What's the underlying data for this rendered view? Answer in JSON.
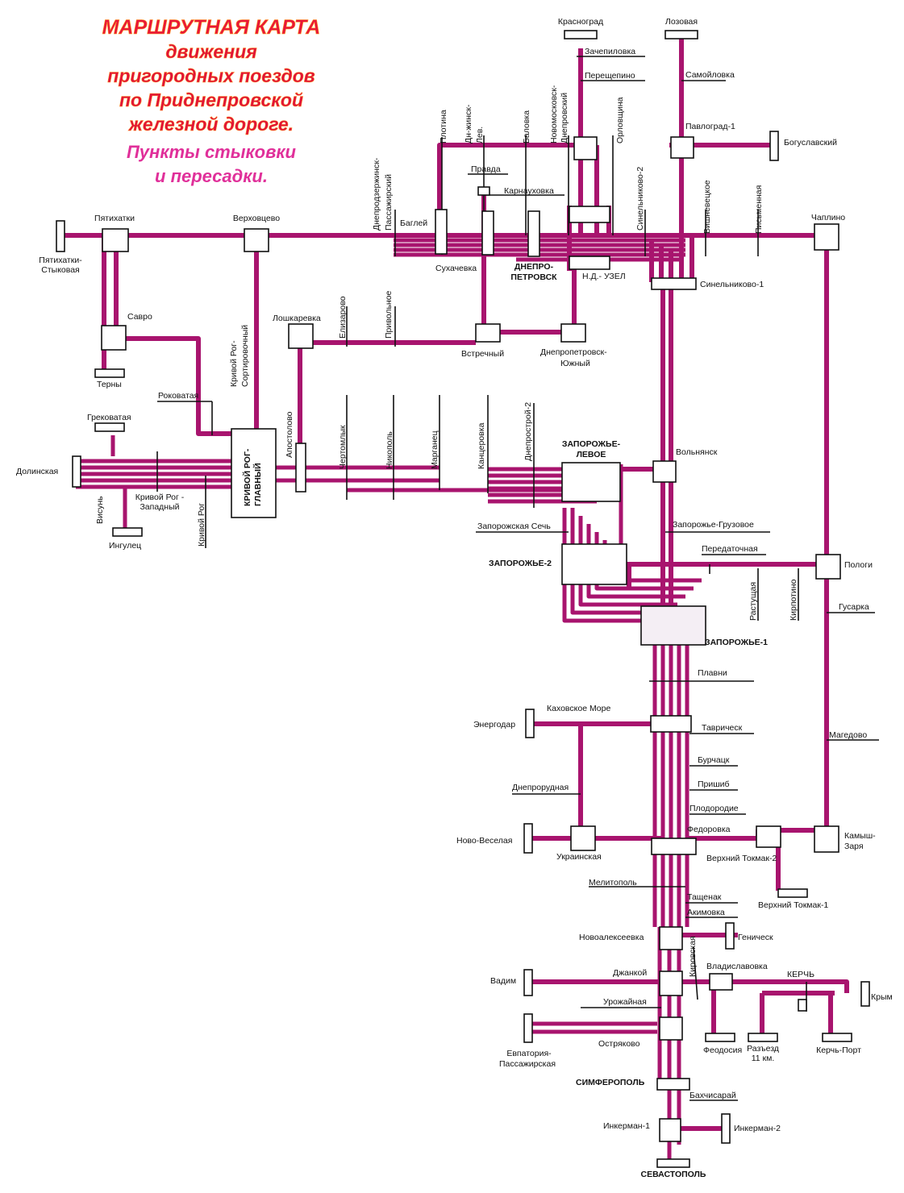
{
  "title": {
    "line1": "МАРШРУТНАЯ КАРТА",
    "line2": "движения",
    "line3": "пригородных поездов",
    "line4": "по Приднепровской",
    "line5": "железной дороге.",
    "line6": "Пункты стыковки",
    "line7": "и пересадки."
  },
  "colors": {
    "track": "#a8146e",
    "box_border": "#111111",
    "title_red": "#e8163a",
    "title_pink": "#e0309a"
  },
  "stations": {
    "krasnograd": "Красноград",
    "lozovaya": "Лозовая",
    "zachepilovka": "Зачепиловка",
    "samoylovka": "Самойловка",
    "pereshchepino": "Перещепино",
    "plotina": "Плотина",
    "dn_zhinsk_1": "Дн-жинск-",
    "dn_zhinsk_2": "Лев.",
    "balovka": "Баловка",
    "novomoskovsk_1": "Новомосковск-",
    "novomoskovsk_2": "Днепровский",
    "orlovshchina": "Орловщина",
    "pavlograd1": "Павлоград-1",
    "boguslavsky": "Богуславский",
    "dneprodzerzhinsk_1": "Днепродзержинск-",
    "dneprodzerzhinsk_2": "Пассажирский",
    "pravda": "Правда",
    "karnaukhovka": "Карнауховка",
    "sinelnikovo2": "Синельниково-2",
    "vishnevetskoe": "Вишневецкое",
    "pismennaya": "Письменная",
    "chaplino": "Чаплино",
    "pyatikhatki": "Пятихатки",
    "verkhovtsevo": "Верховцево",
    "bagley": "Баглей",
    "pyatikhatki_st_1": "Пятихатки-",
    "pyatikhatki_st_2": "Стыковая",
    "sukhachevka": "Сухачевка",
    "dnepropetrovsk_1": "ДНЕПРО-",
    "dnepropetrovsk_2": "ПЕТРОВСК",
    "nd_uzel": "Н.Д.- УЗЕЛ",
    "sinelnikovo1": "Синельниково-1",
    "savro": "Савро",
    "kr_sort_1": "Кривой Рог-",
    "kr_sort_2": "Сортировочный",
    "loshkarevka": "Лошкаревка",
    "elizarovo": "Елизарово",
    "privolnoe": "Привольное",
    "vstrechny": "Встречный",
    "dnepr_yuzh_1": "Днепропетровск-",
    "dnepr_yuzh_2": "Южный",
    "terny": "Терны",
    "rokovataya": "Роковатая",
    "grekovataya": "Грековатая",
    "kr_glavny_1": "КРИВОЙ РОГ-",
    "kr_glavny_2": "ГЛАВНЫЙ",
    "apostolovo": "Апостолово",
    "chertomlyk": "Чертомлык",
    "nikopol": "Никополь",
    "marganets": "Марганец",
    "kantserovka": "Канцеровка",
    "dneprostroy2": "Днепрострой-2",
    "zap_levoe_1": "ЗАПОРОЖЬЕ-",
    "zap_levoe_2": "ЛЕВОЕ",
    "volnyansk": "Вольнянск",
    "dolinskaya": "Долинская",
    "visun": "Висунь",
    "kr_zapadny_1": "Кривой Рог -",
    "kr_zapadny_2": "Западный",
    "krivoy_rog": "Кривой Рог",
    "ingulets": "Ингулец",
    "zap_sech": "Запорожская Сечь",
    "zap_gruzovoe": "Запорожье-Грузовое",
    "zap2": "ЗАПОРОЖЬЕ-2",
    "peredatochnaya": "Передаточная",
    "pologi": "Пологи",
    "rastushchaya": "Растущая",
    "kirpotino": "Кирпотино",
    "gusarka": "Гусарка",
    "zap1": "ЗАПОРОЖЬЕ-1",
    "plavni": "Плавни",
    "kakhovskoe_more": "Каховское Море",
    "energodar": "Энергодар",
    "tavrichesk": "Таврическ",
    "magedovo": "Магедово",
    "burchatsk": "Бурчацк",
    "dneprorudnaya": "Днепрорудная",
    "prishib": "Пришиб",
    "plodorodie": "Плодородие",
    "fedorovka": "Федоровка",
    "kamysh_zarya_1": "Камыш-",
    "kamysh_zarya_2": "Заря",
    "novo_veselaya": "Ново-Веселая",
    "ukrainskaya": "Украинская",
    "verkh_tokmak2": "Верхний Токмак-2",
    "melitopol": "Мелитополь",
    "tashchenak": "Тащенак",
    "verkh_tokmak1": "Верхний Токмак-1",
    "akimovka": "Акимовка",
    "novoalekseevka": "Новоалексеевка",
    "genichesk": "Геническ",
    "dzhankoy": "Джанкой",
    "kirovskaya": "Кировская",
    "vladislavovka": "Владиславовка",
    "kerch": "КЕРЧЬ",
    "vadim": "Вадим",
    "krym": "Крым",
    "urozhaynaya": "Урожайная",
    "evpatoriya_1": "Евпатория-",
    "evpatoriya_2": "Пассажирская",
    "ostryakovo": "Остряково",
    "feodosiya": "Феодосия",
    "razezd_1": "Разъезд",
    "razezd_2": "11 км.",
    "kerch_port": "Керчь-Порт",
    "simferopol": "СИМФЕРОПОЛЬ",
    "bakhchisaray": "Бахчисарай",
    "inkerman1": "Инкерман-1",
    "inkerman2": "Инкерман-2",
    "sevastopol": "СЕВАСТОПОЛЬ"
  }
}
